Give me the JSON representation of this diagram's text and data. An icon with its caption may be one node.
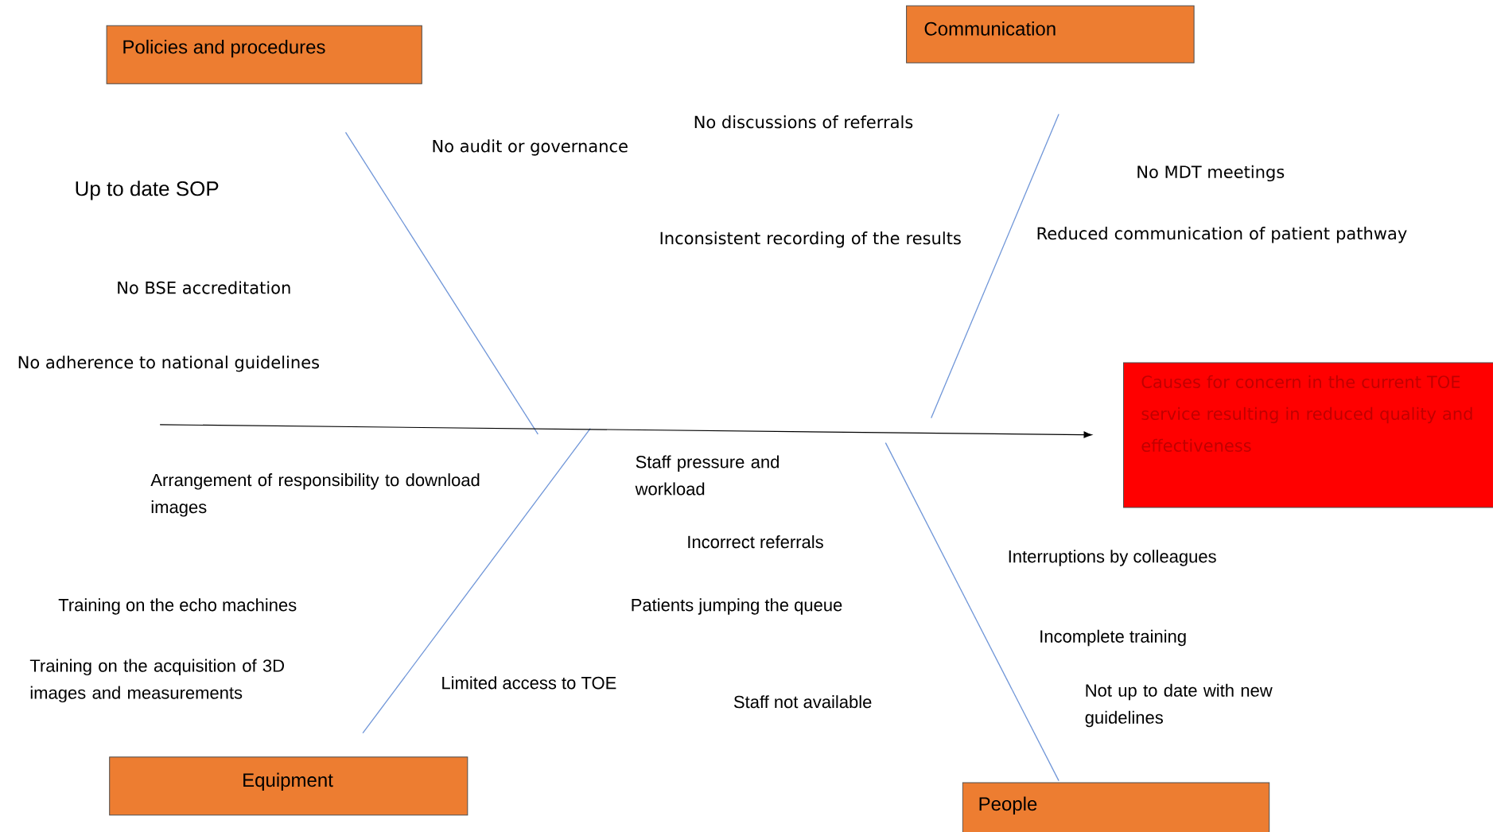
{
  "diagram": {
    "nodes": [
      {
        "text": [
          "Policies and procedures"
        ]
      },
      {
        "text": [
          "Communication"
        ]
      },
      {
        "text": [
          "Causes for concern in the current TOE service resulting in reduced quality and effectiveness"
        ]
      },
      {
        "text": [
          "Equipment"
        ]
      },
      {
        "text": [
          "People"
        ]
      }
    ],
    "edges": [
      {
        "from": null,
        "to": 2,
        "arrow": "to"
      }
    ],
    "labels": [
      "No discussions of referrals",
      "No audit or governance",
      "No MDT meetings",
      "Up to date SOP",
      "Inconsistent recording of the results",
      "Reduced communication of patient pathway",
      "No BSE accreditation",
      "No adherence to national guidelines",
      "Staff pressure and workload",
      "Arrangement of responsibility to download images",
      "Incorrect referrals",
      "Interruptions by colleagues",
      "Training on the echo machines",
      "Patients jumping the queue",
      "Incomplete training",
      "Training on the acquisition of 3D images and measurements",
      "Limited access to TOE",
      "Not up to date with new guidelines",
      "Staff not available"
    ]
  }
}
